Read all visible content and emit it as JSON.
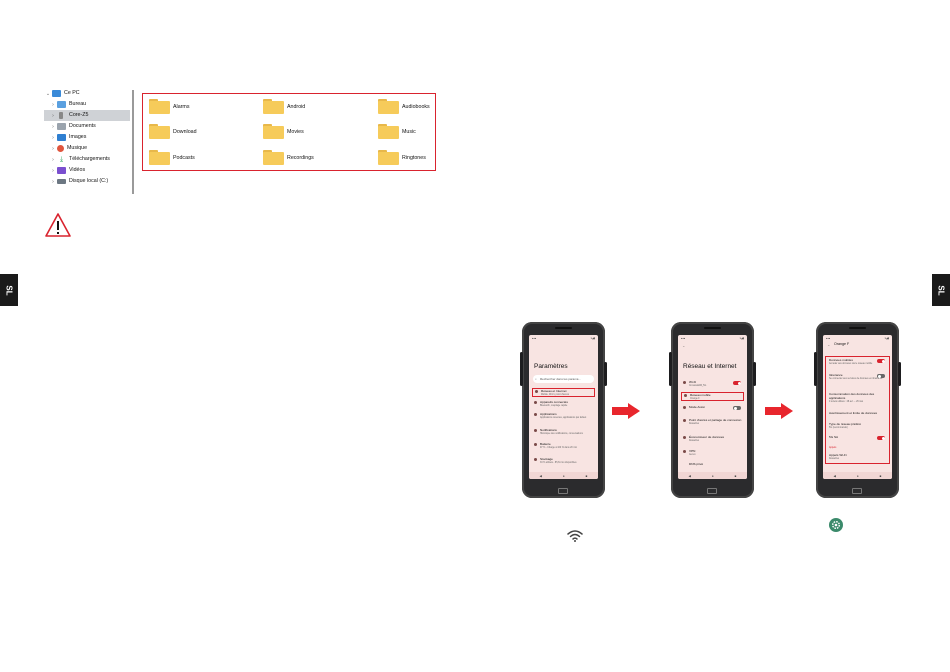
{
  "explorer": {
    "tree": [
      {
        "label": "Ce PC",
        "icon": "pc-icon",
        "color": "#3a8ad8",
        "expanded": true
      },
      {
        "label": "Bureau",
        "icon": "desktop-folder-icon",
        "color": "#5aa0e0"
      },
      {
        "label": "Core-Z5",
        "icon": "phone-device-icon",
        "color": "#888888",
        "selected": true
      },
      {
        "label": "Documents",
        "icon": "documents-icon",
        "color": "#9aa3ad"
      },
      {
        "label": "Images",
        "icon": "images-icon",
        "color": "#2f7fd1"
      },
      {
        "label": "Musique",
        "icon": "music-icon",
        "color": "#e0553d"
      },
      {
        "label": "Téléchargements",
        "icon": "download-icon",
        "color": "#2aa05a"
      },
      {
        "label": "Vidéos",
        "icon": "videos-icon",
        "color": "#7a4fcf"
      },
      {
        "label": "Disque local (C:)",
        "icon": "drive-icon",
        "color": "#6c7782"
      }
    ],
    "folders": [
      {
        "label": "Alarms"
      },
      {
        "label": "Android"
      },
      {
        "label": "Audiobooks"
      },
      {
        "label": "Download"
      },
      {
        "label": "Movies"
      },
      {
        "label": "Music"
      },
      {
        "label": "Podcasts"
      },
      {
        "label": "Recordings"
      },
      {
        "label": "Ringtones"
      }
    ]
  },
  "side_tab": {
    "left": "SL",
    "right": "SL"
  },
  "phone1": {
    "title": "Paramètres",
    "search": "Rechercher dans les paramè...",
    "items": [
      {
        "label": "Réseau et Internet",
        "sub": "Mobile, Wi-Fi, point d'accès"
      },
      {
        "label": "Appareils connectés",
        "sub": "Bluetooth, couplage rapide"
      },
      {
        "label": "Applications",
        "sub": "Applications récentes, applications par défaut"
      },
      {
        "label": "Notifications",
        "sub": "Historique des notifications, conversations"
      },
      {
        "label": "Batterie",
        "sub": "97 % - Charge à 100 % dans 20 min"
      },
      {
        "label": "Stockage",
        "sub": "33 % utilisés - 85,61 Go disponibles"
      }
    ]
  },
  "phone2": {
    "title": "Réseau et Internet",
    "items": [
      {
        "label": "Wi-Fi",
        "sub": "CrosscallAM_5G"
      },
      {
        "label": "Réseau mobile",
        "sub": "Orange F"
      },
      {
        "label": "Mode Avion",
        "sub": ""
      },
      {
        "label": "Point d'accès et partage de connexion",
        "sub": "Désactivé"
      },
      {
        "label": "Économiseur de données",
        "sub": "Désactivé"
      },
      {
        "label": "VPN",
        "sub": "Aucun"
      },
      {
        "label": "DNS privé",
        "sub": ""
      }
    ]
  },
  "phone3": {
    "title": "Orange F",
    "items": [
      {
        "label": "Données mobiles",
        "sub": "Accéder aux données via le réseau mobile"
      },
      {
        "label": "Itinérance",
        "sub": "Se connecter aux services de données en itinérance"
      },
      {
        "label": "Consommation des données des applications",
        "sub": "0 octets utilisés : 28 avr. – 26 mai"
      },
      {
        "label": "Avertissement et limite de données",
        "sub": ""
      },
      {
        "label": "Type de réseau préféré",
        "sub": "5G (recommandé)"
      },
      {
        "label": "5G SA",
        "sub": ""
      },
      {
        "label": "Appels",
        "sub": ""
      },
      {
        "label": "Appels Wi-Fi",
        "sub": "Désactivé"
      }
    ]
  },
  "colors": {
    "accent": "#d9232e",
    "arrow": "#e8262d",
    "gear": "#3b8a6b"
  }
}
